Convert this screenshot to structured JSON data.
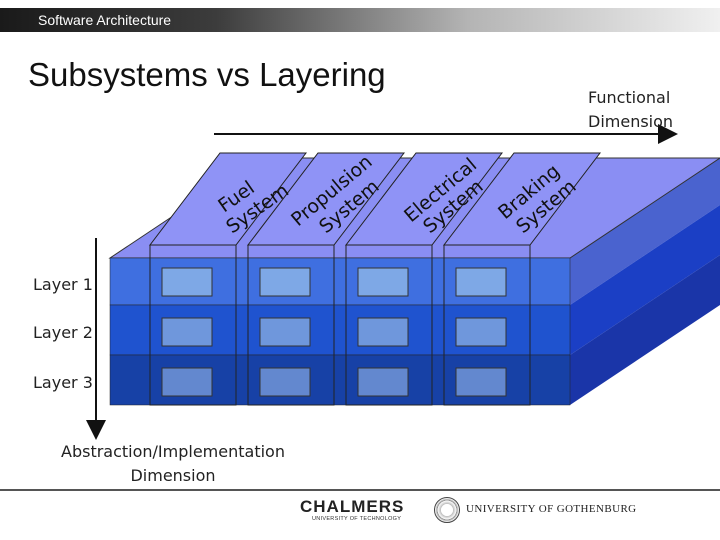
{
  "header": {
    "course": "Software Architecture"
  },
  "title": "Subsystems vs Layering",
  "axes": {
    "functional": [
      "Functional",
      "Dimension"
    ],
    "abstraction": [
      "Abstraction/Implementation",
      "Dimension"
    ]
  },
  "layers": [
    "Layer 1",
    "Layer 2",
    "Layer 3"
  ],
  "subsystems": [
    {
      "line1": "Fuel",
      "line2": "System"
    },
    {
      "line1": "Propulsion",
      "line2": "System"
    },
    {
      "line1": "Electrical",
      "line2": "System"
    },
    {
      "line1": "Braking",
      "line2": "System"
    }
  ],
  "colors": {
    "top_face": "#8a8ef3",
    "layer1": "#3f6fe0",
    "layer2": "#1f53cf",
    "layer3": "#1741a6",
    "side1": "#4a63cf",
    "side2": "#1b3fc5",
    "side3": "#1a35a8",
    "cell": "#7ea8e6"
  },
  "footer": {
    "chalmers": "CHALMERS",
    "chalmers_sub": "UNIVERSITY OF TECHNOLOGY",
    "gothenburg": "UNIVERSITY OF GOTHENBURG"
  }
}
